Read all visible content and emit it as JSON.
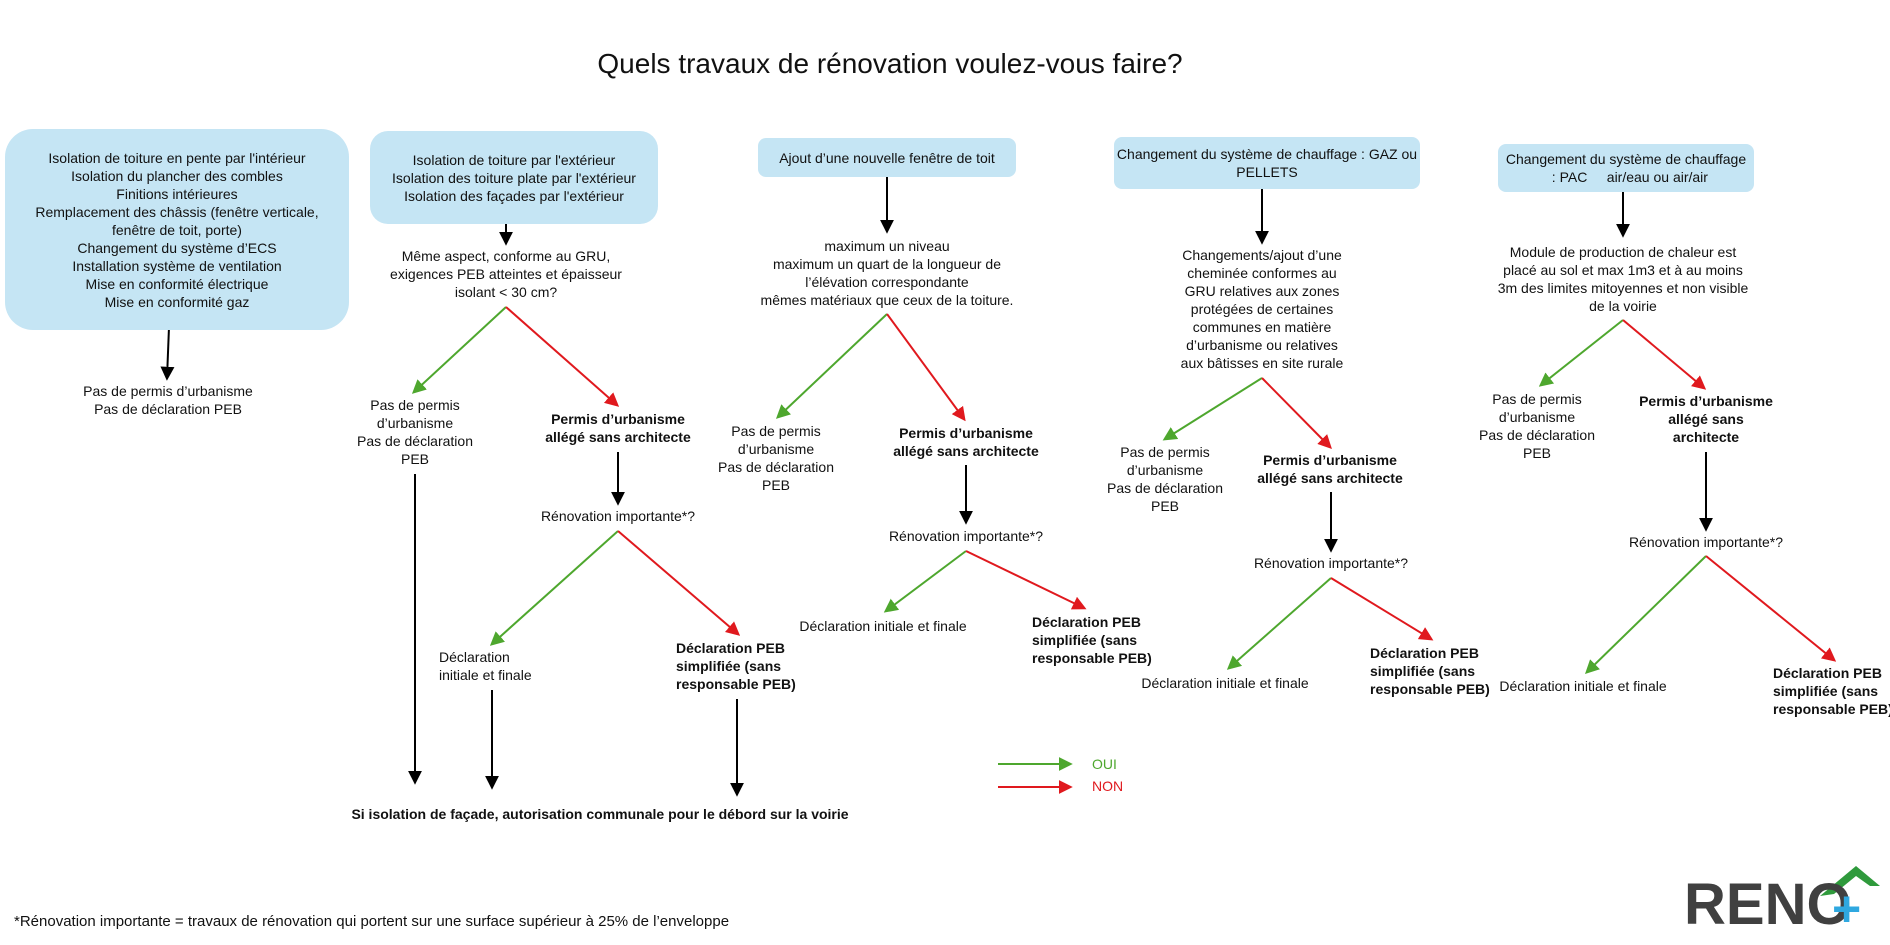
{
  "title": "Quels travaux de rénovation voulez-vous faire?",
  "columns": [
    {
      "box": [
        "Isolation de toiture en pente par l'intérieur",
        "Isolation du plancher des combles",
        "Finitions intérieures",
        "Remplacement des châssis (fenêtre verticale,",
        "fenêtre de toit, porte)",
        "Changement du système d’ECS",
        "Installation système de ventilation",
        "Mise en conformité électrique",
        "Mise en conformité gaz"
      ],
      "result": [
        "Pas de permis d’urbanisme",
        "Pas de déclaration PEB"
      ]
    },
    {
      "box": [
        "Isolation de toiture par l'extérieur",
        "Isolation des toiture plate par l'extérieur",
        "Isolation des façades par l'extérieur"
      ],
      "question": [
        "Même aspect, conforme au GRU,",
        "exigences PEB atteintes et épaisseur",
        "isolant < 30 cm?"
      ],
      "yes": [
        "Pas de permis",
        "d’urbanisme",
        "Pas de déclaration",
        "PEB"
      ],
      "no": [
        "Permis d’urbanisme",
        "allégé sans architecte"
      ],
      "reno": "Rénovation importante*?",
      "reno_yes": [
        "Déclaration",
        "initiale et finale"
      ],
      "reno_no": [
        "Déclaration PEB",
        "simplifiée (sans",
        "responsable PEB)"
      ]
    },
    {
      "box": [
        "Ajout d’une nouvelle fenêtre de toit"
      ],
      "question": [
        "maximum un niveau",
        "maximum un quart de la longueur de",
        "l’élévation correspondante",
        "mêmes matériaux que ceux de la toiture."
      ],
      "yes": [
        "Pas de permis",
        "d’urbanisme",
        "Pas de déclaration",
        "PEB"
      ],
      "no": [
        "Permis d’urbanisme",
        "allégé sans architecte"
      ],
      "reno": "Rénovation importante*?",
      "reno_yes": [
        "Déclaration initiale et finale"
      ],
      "reno_no": [
        "Déclaration PEB",
        "simplifiée (sans",
        "responsable PEB)"
      ]
    },
    {
      "box": [
        "Changement du système de chauffage : GAZ ou",
        "PELLETS"
      ],
      "question": [
        "Changements/ajout d’une",
        "cheminée conformes au",
        "GRU relatives aux zones",
        "protégées de certaines",
        "communes en matière",
        "d’urbanisme ou relatives",
        "aux bâtisses en site rurale"
      ],
      "yes": [
        "Pas de permis",
        "d’urbanisme",
        "Pas de déclaration",
        "PEB"
      ],
      "no": [
        "Permis d’urbanisme",
        "allégé sans architecte"
      ],
      "reno": "Rénovation importante*?",
      "reno_yes": [
        "Déclaration initiale et finale"
      ],
      "reno_no": [
        "Déclaration PEB",
        "simplifiée (sans",
        "responsable PEB)"
      ]
    },
    {
      "box": [
        "Changement du système de chauffage",
        "  : PAC     air/eau ou air/air"
      ],
      "question": [
        "Module de production de chaleur est",
        "placé au sol et max 1m3 et à au moins",
        "3m des limites mitoyennes et non visible",
        "de la voirie"
      ],
      "yes": [
        "Pas de permis",
        "d’urbanisme",
        "Pas de déclaration",
        "PEB"
      ],
      "no": [
        "Permis d’urbanisme",
        "allégé sans",
        "architecte"
      ],
      "reno": "Rénovation importante*?",
      "reno_yes": [
        "Déclaration initiale et finale"
      ],
      "reno_no": [
        "Déclaration PEB",
        "simplifiée (sans",
        "responsable PEB)"
      ]
    }
  ],
  "facade_note": "Si isolation de façade, autorisation communale pour le débord sur la voirie",
  "legend": {
    "yes": "OUI",
    "no": "NON"
  },
  "footnote": "*Rénovation importante = travaux de rénovation qui portent sur une surface supérieur à 25% de l’enveloppe",
  "logo": {
    "text": "RENO",
    "plus": "+"
  },
  "colors": {
    "yes": "#4ea72e",
    "no": "#e0191e",
    "box": "#c5e5f4",
    "logo_dark": "#404040",
    "logo_blue": "#2fa8e0",
    "logo_green": "#2f9a3c"
  }
}
